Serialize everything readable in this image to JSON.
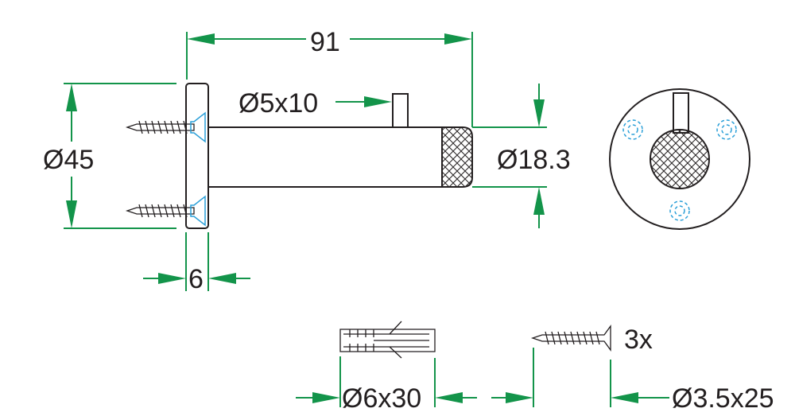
{
  "drawing": {
    "length_dim": "91",
    "pin_dim": "Ø5x10",
    "plate_diameter_dim": "Ø45",
    "tube_diameter_dim": "Ø18.3",
    "plate_thickness_dim": "6",
    "anchor_dim": "Ø6x30",
    "screw_dim": "Ø3.5x25",
    "screw_quantity": "3x",
    "colors": {
      "dimension": "#13944a",
      "line": "#231f20",
      "hole": "#2a9fd8"
    }
  }
}
